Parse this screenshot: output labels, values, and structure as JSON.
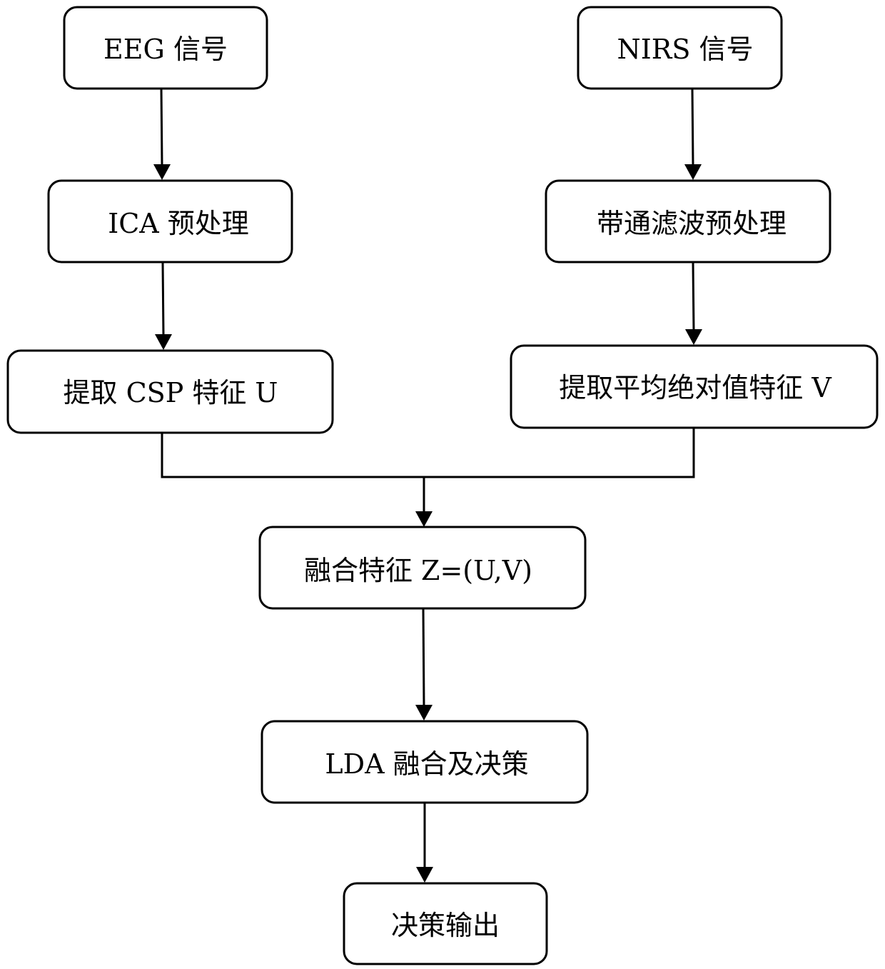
{
  "nodes": {
    "eeg_signal": "EEG 信号",
    "nirs_signal": "NIRS 信号",
    "ica_preprocess": "ICA 预处理",
    "bandpass_preprocess": "带通滤波预处理",
    "extract_csp": "提取 CSP 特征 U",
    "extract_mav": "提取平均绝对值特征 V",
    "fused_feature": "融合特征 Z=(U,V)",
    "lda_fusion": "LDA 融合及决策",
    "decision_output": "决策输出"
  }
}
